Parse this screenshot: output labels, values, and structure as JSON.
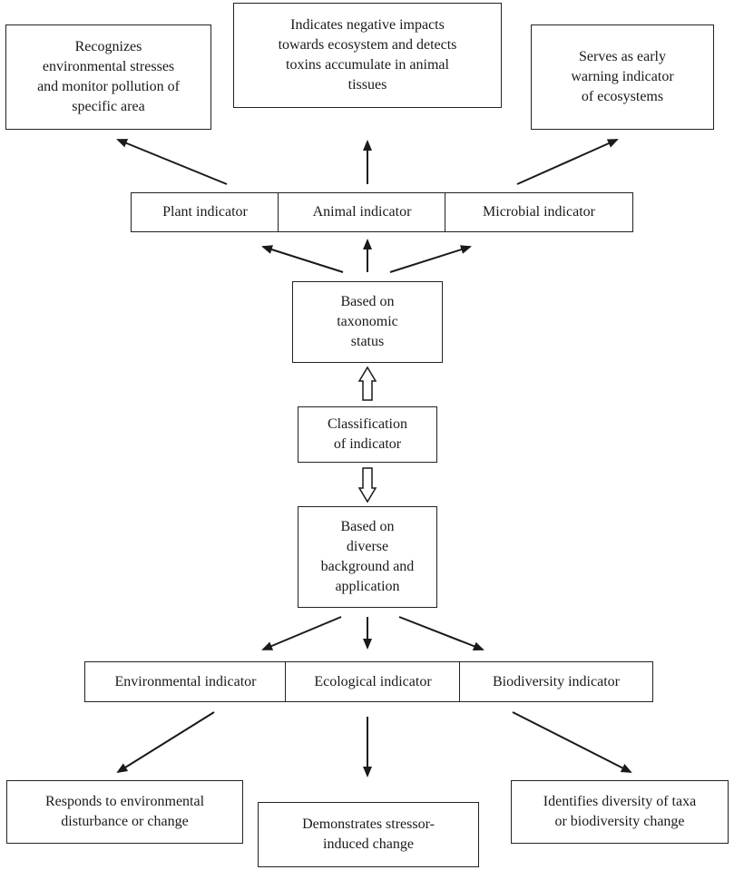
{
  "diagram": {
    "center": "Classification\nof indicator",
    "taxonomic_branch": {
      "label": "Based on\ntaxonomic\nstatus",
      "indicators": [
        "Plant indicator",
        "Animal indicator",
        "Microbial indicator"
      ],
      "roles": [
        "Recognizes\nenvironmental stresses\nand monitor pollution of\nspecific area",
        "Indicates negative impacts\ntowards ecosystem and detects\ntoxins accumulate in animal\ntissues",
        "Serves as early\nwarning indicator\nof ecosystems"
      ]
    },
    "application_branch": {
      "label": "Based on\ndiverse\nbackground and\napplication",
      "indicators": [
        "Environmental indicator",
        "Ecological indicator",
        "Biodiversity indicator"
      ],
      "roles": [
        "Responds to environmental\ndisturbance or change",
        "Demonstrates stressor-\ninduced change",
        "Identifies diversity of taxa\nor biodiversity change"
      ]
    }
  }
}
